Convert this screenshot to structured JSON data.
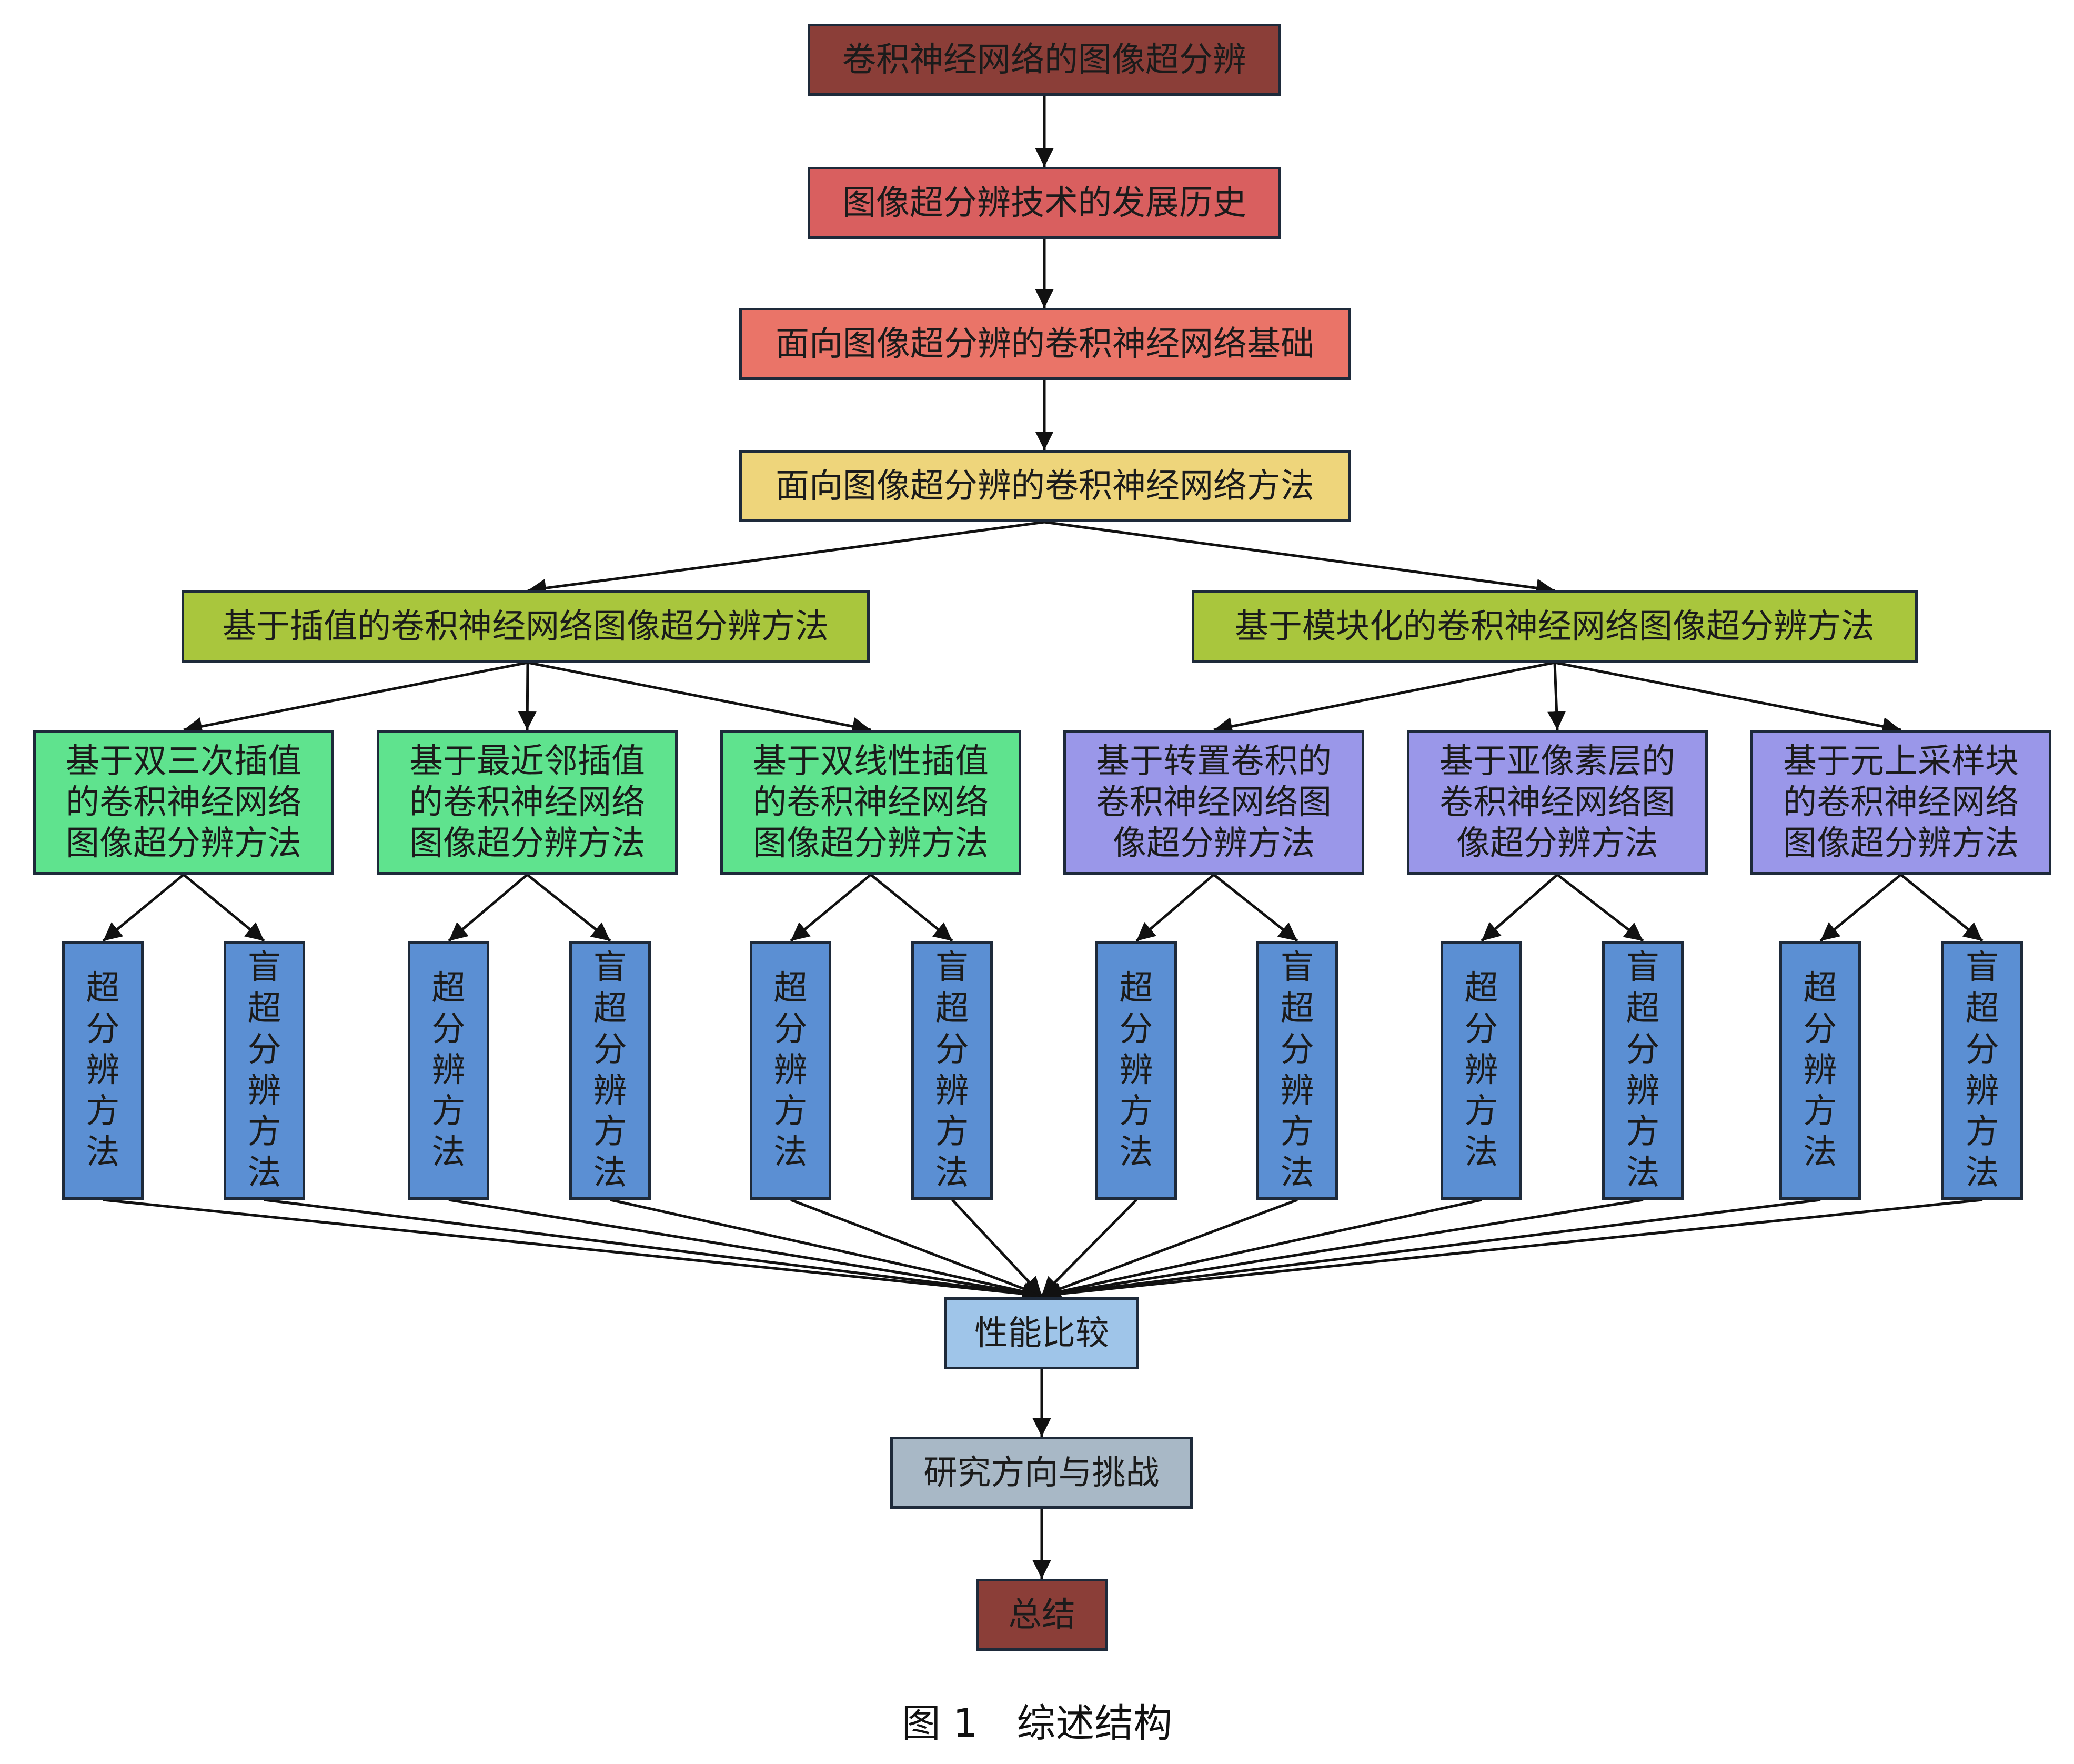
{
  "diagram": {
    "nodes": {
      "root": "卷积神经网络的图像超分辨",
      "history": "图像超分辨技术的发展历史",
      "foundation": "面向图像超分辨的卷积神经网络基础",
      "methods": "面向图像超分辨的卷积神经网络方法",
      "interp": "基于插值的卷积神经网络图像超分辨方法",
      "modular": "基于模块化的卷积神经网络图像超分辨方法",
      "bicubic": "基于双三次插值的卷积神经网络图像超分辨方法",
      "nearest": "基于最近邻插值的卷积神经网络图像超分辨方法",
      "bilinear": "基于双线性插值的卷积神经网络图像超分辨方法",
      "transposed": "基于转置卷积的卷积神经网络图像超分辨方法",
      "subpixel": "基于亚像素层的卷积神经网络图像超分辨方法",
      "metaupsample": "基于元上采样块的卷积神经网络图像超分辨方法",
      "sr": "超分辨方法",
      "blind": "盲超分辨方法",
      "performance": "性能比较",
      "directions": "研究方向与挑战",
      "summary": "总结"
    },
    "caption": "图 1　综述结构"
  }
}
